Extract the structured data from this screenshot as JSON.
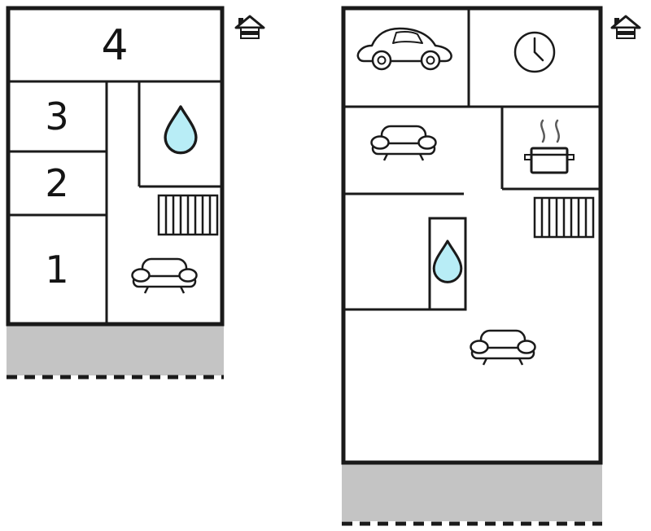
{
  "diagram": {
    "kind": "vacation-home-floor-plans",
    "plan_count": 2,
    "colors": {
      "wall": "#1a1a1a",
      "terrace_fill": "#c4c4c4",
      "water_drop_fill": "#b8edf6",
      "background": "#ffffff"
    },
    "left_plan": {
      "rooms": [
        {
          "label": "4"
        },
        {
          "label": "3"
        },
        {
          "label": "2"
        },
        {
          "label": "1"
        }
      ],
      "features": [
        "house-orientation-icon",
        "bathroom-water-drop",
        "stairs",
        "sofa",
        "terrace"
      ]
    },
    "right_plan": {
      "rooms": [],
      "features": [
        "house-orientation-icon",
        "garage-car",
        "clock",
        "sofa",
        "kitchen-pot",
        "stairs",
        "bathroom-water-drop",
        "sofa",
        "terrace"
      ]
    }
  }
}
